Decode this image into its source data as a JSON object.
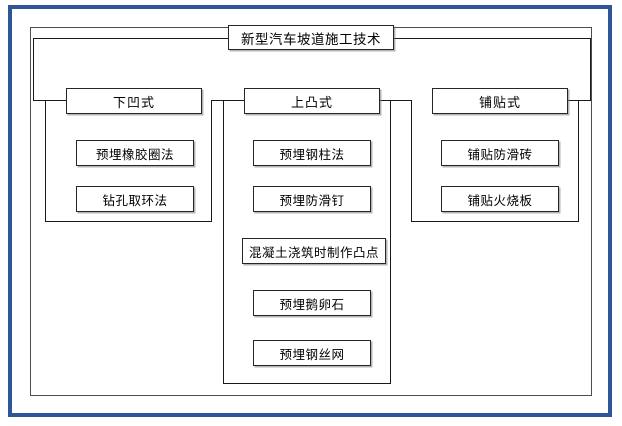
{
  "diagram": {
    "type": "hierarchy-tree",
    "root": {
      "label": "新型汽车坡道施工技术"
    },
    "groups": [
      {
        "id": "concave",
        "label": "下凹式",
        "items": [
          {
            "label": "预埋橡胶圈法"
          },
          {
            "label": "钻孔取环法"
          }
        ]
      },
      {
        "id": "convex",
        "label": "上凸式",
        "items": [
          {
            "label": "预埋钢柱法"
          },
          {
            "label": "预埋防滑钉"
          },
          {
            "label": "混凝土浇筑时制作凸点"
          },
          {
            "label": "预埋鹅卵石"
          },
          {
            "label": "预埋钢丝网"
          }
        ]
      },
      {
        "id": "paving",
        "label": "铺贴式",
        "items": [
          {
            "label": "铺贴防滑砖"
          },
          {
            "label": "铺贴火烧板"
          }
        ]
      }
    ]
  },
  "colors": {
    "outer_border": "#2E5597",
    "inner_border": "#4D4D4D",
    "node_border": "#262626",
    "text": "#000000",
    "background": "#FFFFFF"
  }
}
